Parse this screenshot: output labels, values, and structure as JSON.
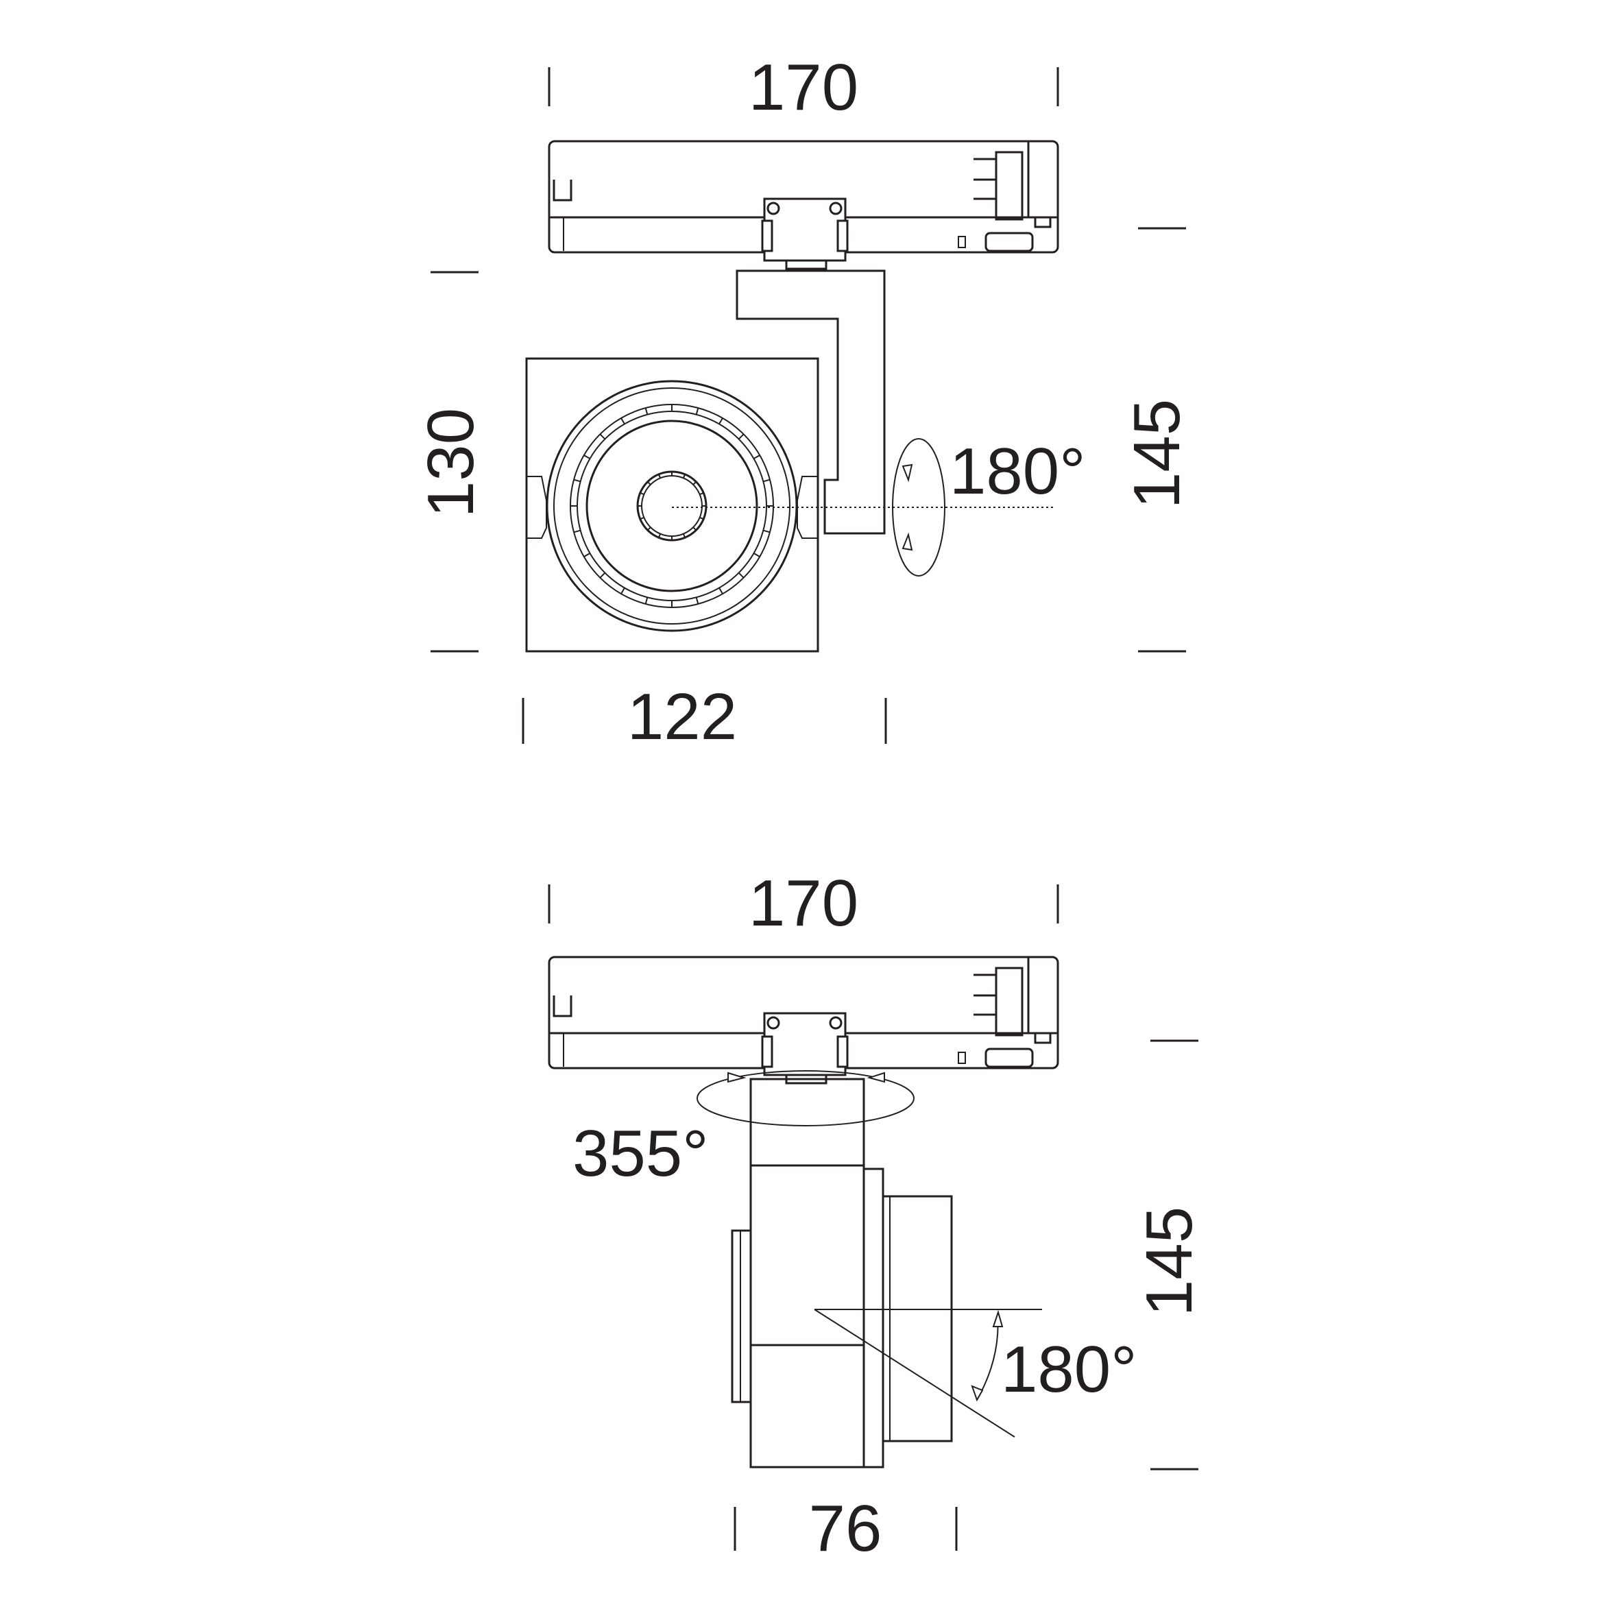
{
  "top_view": {
    "width_label": "170",
    "height_label": "130",
    "total_height_label": "145",
    "head_width_label": "122",
    "rotation_label": "180°"
  },
  "side_view": {
    "width_label": "170",
    "total_height_label": "145",
    "body_width_label": "76",
    "rotation_label": "355°",
    "tilt_label": "180°"
  },
  "colors": {
    "line": "#231f20",
    "background": "#ffffff"
  }
}
